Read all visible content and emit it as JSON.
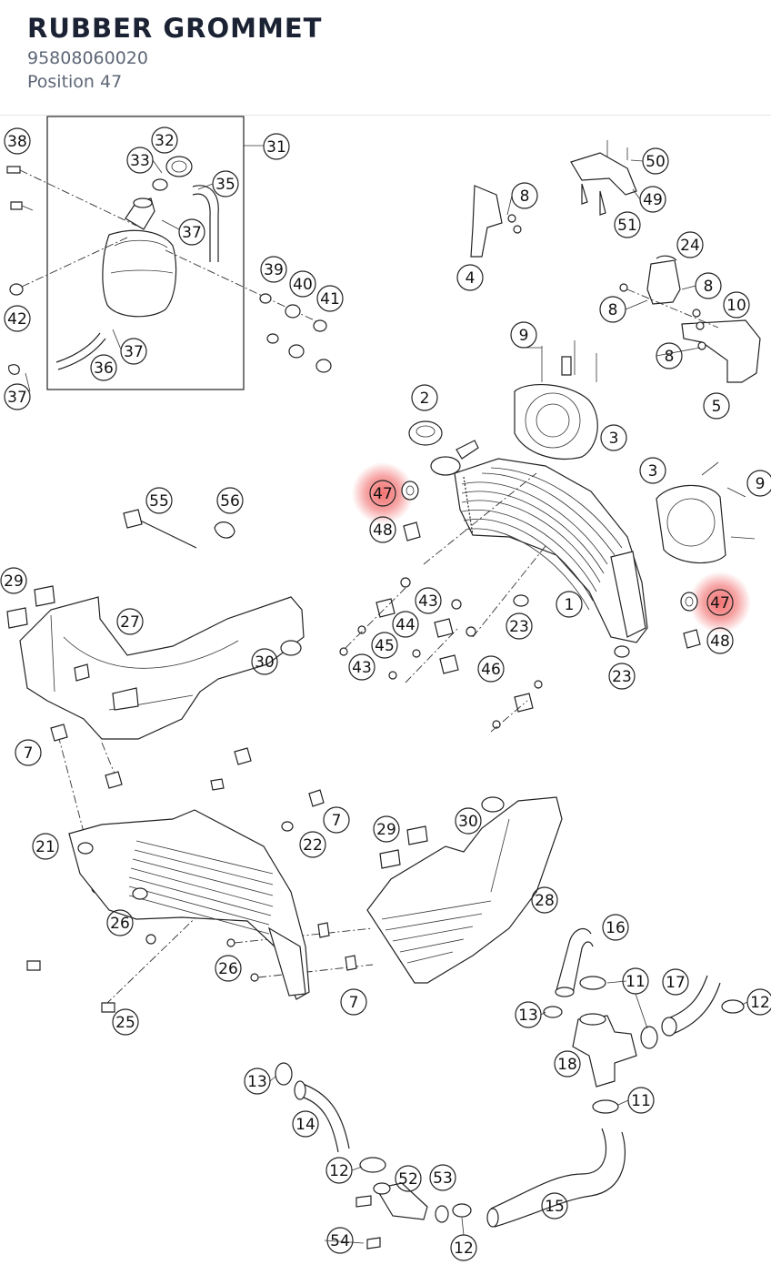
{
  "header": {
    "title": "RUBBER GROMMET",
    "part_number": "95808060020",
    "position": "Position 47"
  },
  "diagram": {
    "highlight_color": "#f05a5a",
    "highlighted_position": "47"
  }
}
